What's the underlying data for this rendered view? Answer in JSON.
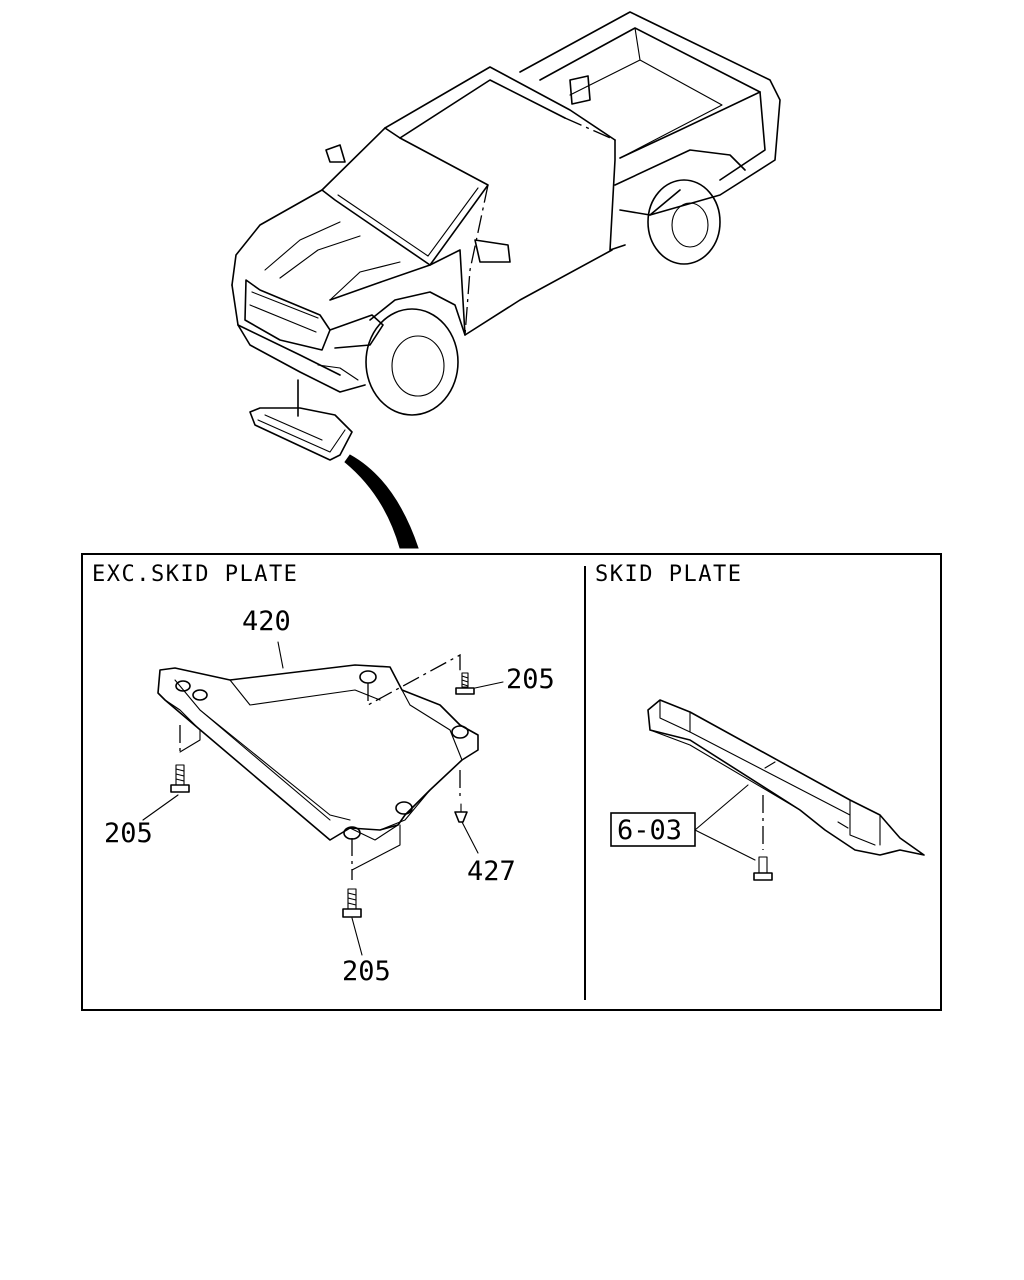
{
  "panels": {
    "left_title": "EXC.SKID PLATE",
    "right_title": "SKID PLATE"
  },
  "callouts": {
    "c420": "420",
    "c205_top": "205",
    "c205_left": "205",
    "c205_bottom": "205",
    "c427": "427",
    "c603": "6-03"
  }
}
